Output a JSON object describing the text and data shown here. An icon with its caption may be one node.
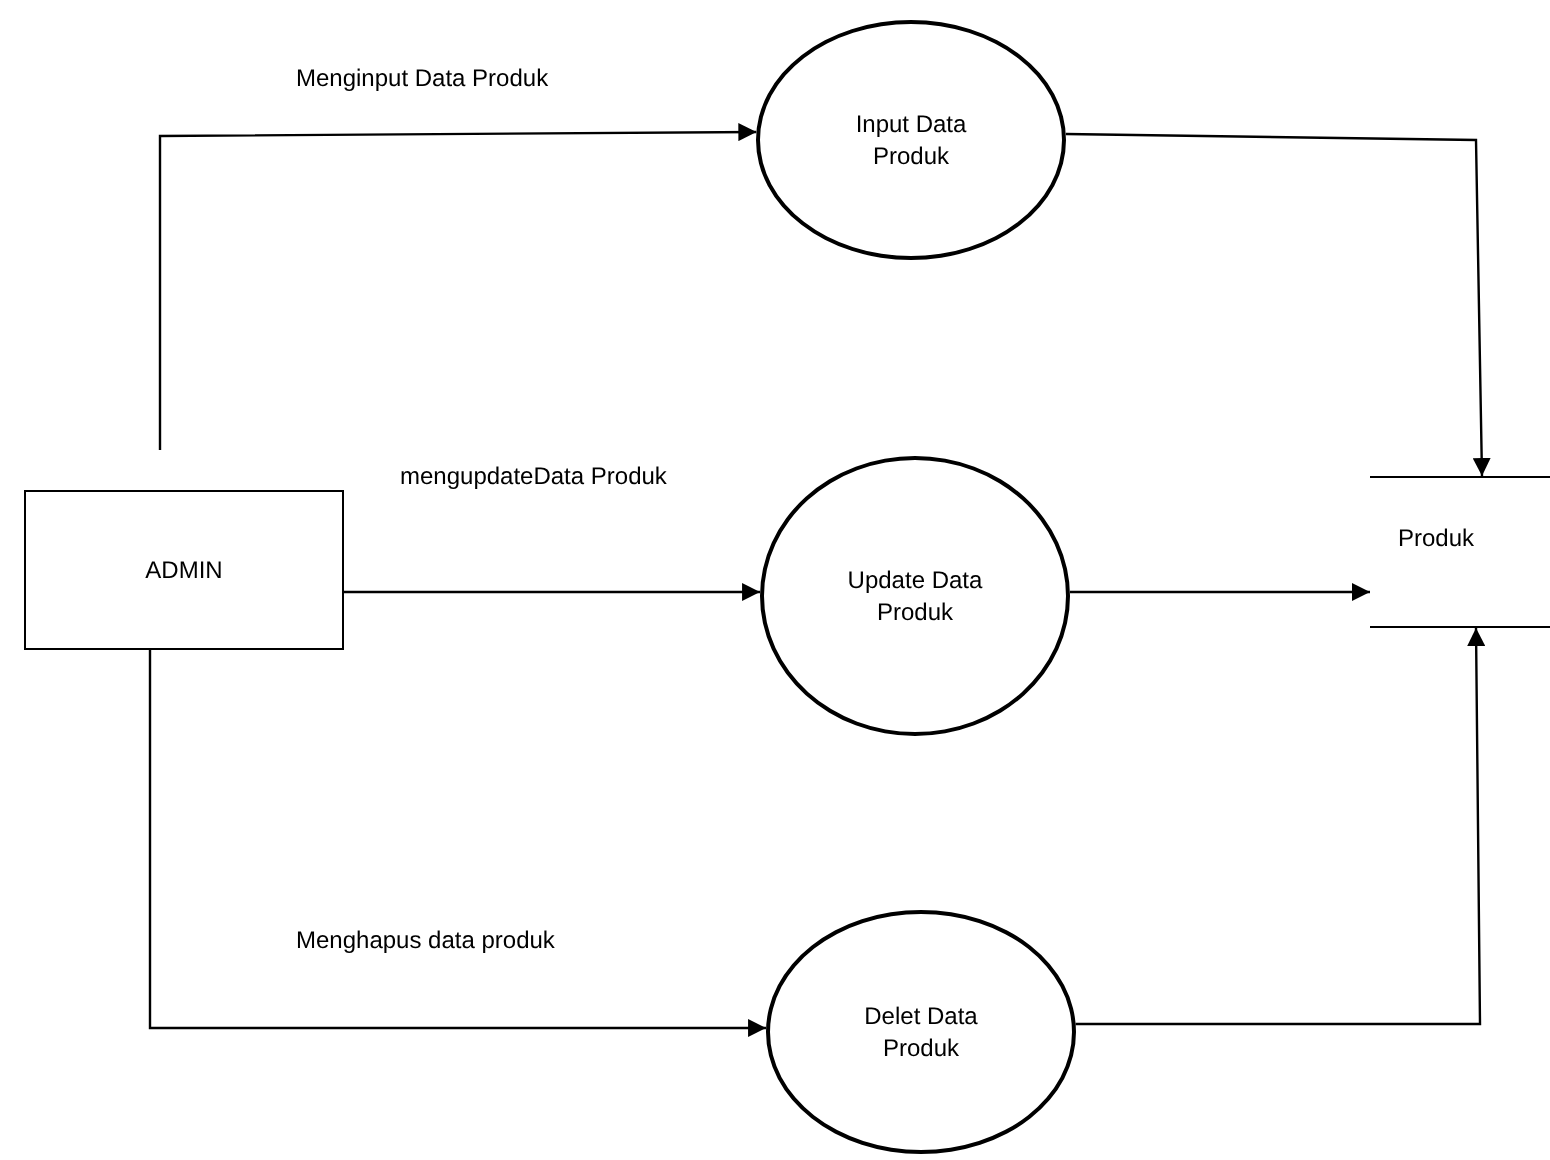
{
  "diagram": {
    "nodes": [
      {
        "text": [
          "ADMIN"
        ]
      },
      {
        "text": [
          "Input Data Produk"
        ]
      },
      {
        "text": [
          "Update Data Produk"
        ]
      },
      {
        "text": [
          "Delet Data Produk"
        ]
      },
      {
        "text": [
          "Produk"
        ]
      }
    ],
    "edges": [
      {
        "from": 0,
        "to": 1,
        "arrow": "to",
        "label": "Menginput Data Produk"
      },
      {
        "from": 0,
        "to": 2,
        "arrow": "to",
        "label": "mengupdateData Produk"
      },
      {
        "from": 0,
        "to": 3,
        "arrow": "to",
        "label": "Menghapus data produk"
      },
      {
        "from": 1,
        "to": 4,
        "arrow": "to"
      },
      {
        "from": 2,
        "to": 4,
        "arrow": "to"
      },
      {
        "from": 3,
        "to": 4,
        "arrow": "to"
      }
    ]
  }
}
